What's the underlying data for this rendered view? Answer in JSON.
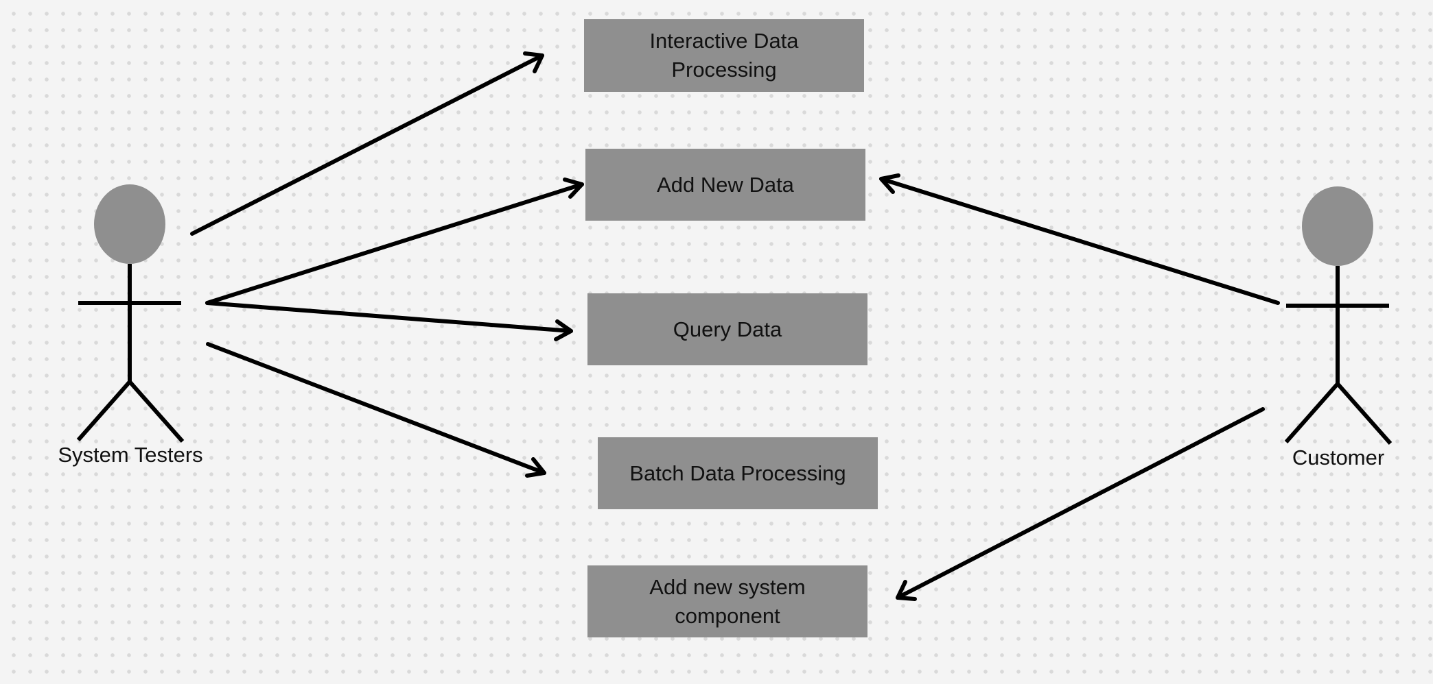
{
  "actors": {
    "system_testers": {
      "label": "System Testers"
    },
    "customer": {
      "label": "Customer"
    }
  },
  "use_cases": {
    "interactive_data_processing": "Interactive Data Processing",
    "add_new_data": "Add New Data",
    "query_data": "Query Data",
    "batch_data_processing": "Batch Data Processing",
    "add_new_system_component": "Add new system component"
  },
  "associations": [
    {
      "from": "System Testers",
      "to": "Interactive Data Processing"
    },
    {
      "from": "System Testers",
      "to": "Add New Data"
    },
    {
      "from": "System Testers",
      "to": "Query Data"
    },
    {
      "from": "System Testers",
      "to": "Batch Data Processing"
    },
    {
      "from": "Customer",
      "to": "Add New Data"
    },
    {
      "from": "Customer",
      "to": "Add new system component"
    }
  ],
  "colors": {
    "background": "#f4f4f4",
    "grid_dot": "#d9d9d9",
    "box_fill": "#8f8f8f",
    "actor_head": "#8f8f8f",
    "stroke": "#000000",
    "text": "#111111"
  }
}
